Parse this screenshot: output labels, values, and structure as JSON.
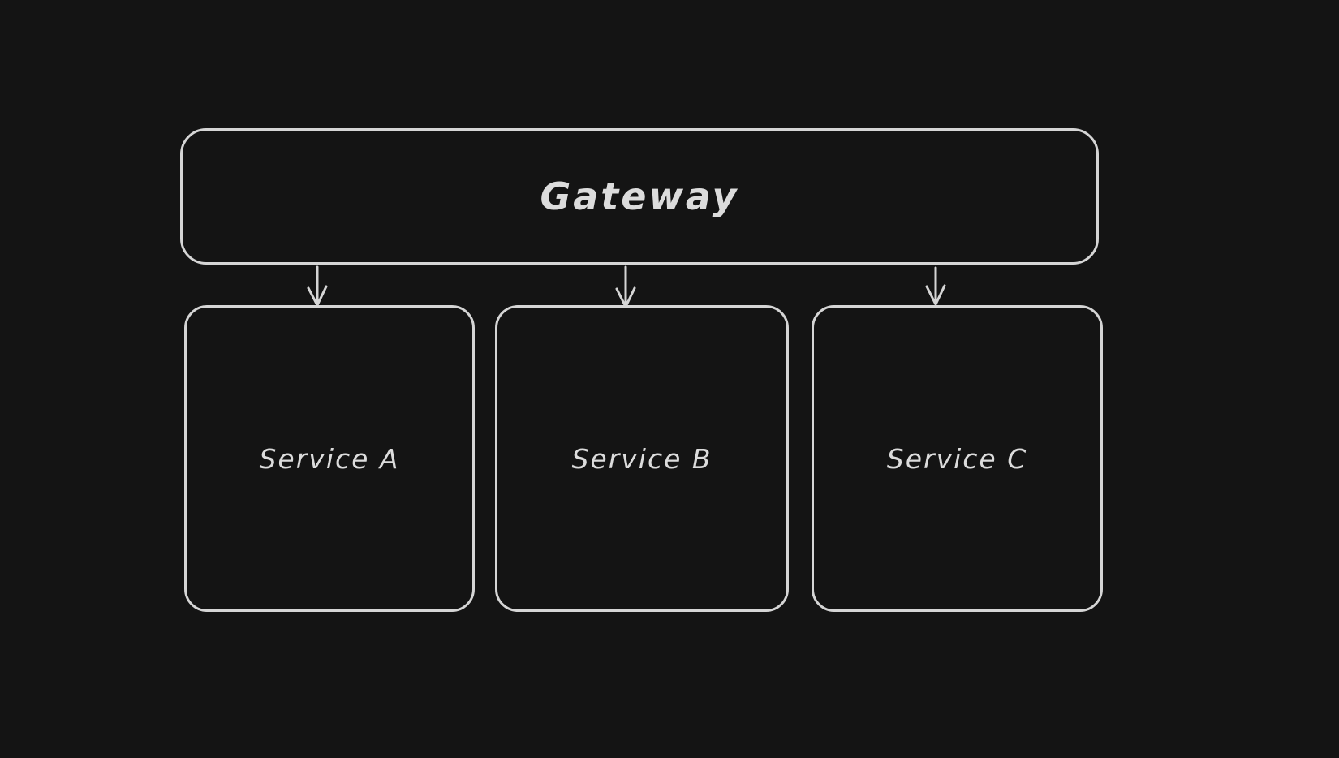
{
  "diagram": {
    "type": "flowchart",
    "theme": "dark",
    "colors": {
      "background": "#141414",
      "stroke": "#d5d5d5",
      "text": "#dcdcdc"
    },
    "nodes": {
      "gateway": {
        "label": "Gateway"
      },
      "service_a": {
        "label": "Service A"
      },
      "service_b": {
        "label": "Service B"
      },
      "service_c": {
        "label": "Service C"
      }
    },
    "edges": [
      {
        "from": "Gateway",
        "to": "Service A",
        "direction": "down",
        "arrowhead": "arrow"
      },
      {
        "from": "Gateway",
        "to": "Service B",
        "direction": "down",
        "arrowhead": "arrow"
      },
      {
        "from": "Gateway",
        "to": "Service C",
        "direction": "down",
        "arrowhead": "arrow"
      }
    ]
  }
}
